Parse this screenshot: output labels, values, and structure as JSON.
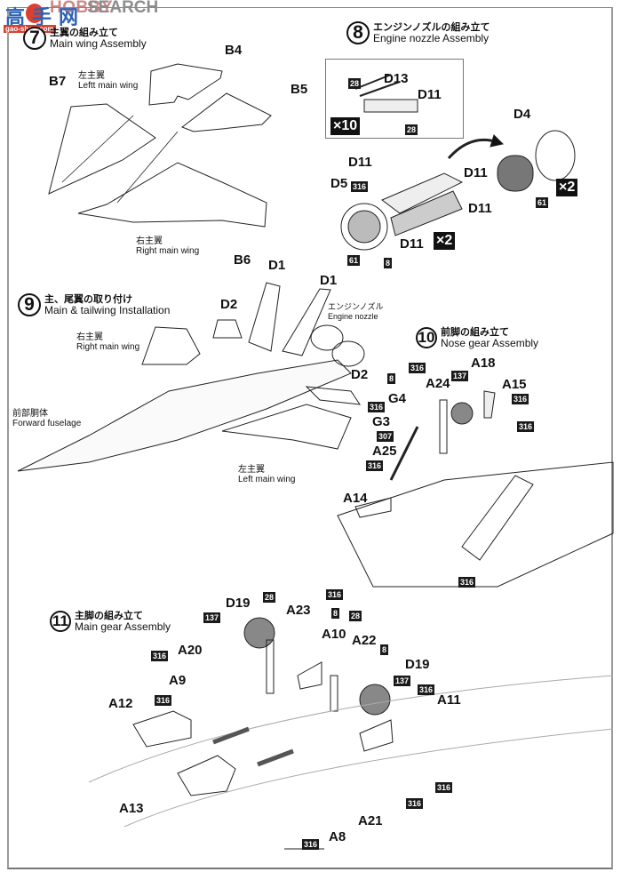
{
  "watermark": {
    "cn_name": "高手网",
    "hobby": "HOBBY",
    "search": "SEARCH",
    "url": "gao-shou.com"
  },
  "steps": [
    {
      "number": "7",
      "title_jp": "主翼の組み立て",
      "title_en": "Main wing Assembly"
    },
    {
      "number": "8",
      "title_jp": "エンジンノズルの組み立て",
      "title_en": "Engine nozzle Assembly"
    },
    {
      "number": "9",
      "title_jp": "主、尾翼の取り付け",
      "title_en": "Main & tailwing Installation"
    },
    {
      "number": "10",
      "title_jp": "前脚の組み立て",
      "title_en": "Nose gear Assembly"
    },
    {
      "number": "11",
      "title_jp": "主脚の組み立て",
      "title_en": "Main gear Assembly"
    }
  ],
  "step7": {
    "parts": [
      "B4",
      "B7",
      "B5",
      "B6"
    ],
    "left_wing_jp": "左主翼",
    "left_wing_en": "Leftt main wing",
    "right_wing_jp": "右主翼",
    "right_wing_en": "Right main wing"
  },
  "step8": {
    "parts": [
      "D13",
      "D11",
      "D4",
      "D11",
      "D11",
      "D5",
      "D11",
      "D11"
    ],
    "colors": [
      "28",
      "28",
      "316",
      "61",
      "8",
      "61"
    ],
    "multipliers": [
      "×10",
      "×2",
      "×2"
    ]
  },
  "step9": {
    "parts": [
      "D1",
      "D1",
      "D2",
      "D2"
    ],
    "right_wing_jp": "右主翼",
    "right_wing_en": "Right main wing",
    "engine_nozzle_jp": "エンジンノズル",
    "engine_nozzle_en": "Engine nozzle",
    "fuselage_jp": "前部胴体",
    "fuselage_en": "Forward fuselage",
    "left_wing_jp": "左主翼",
    "left_wing_en": "Left  main wing"
  },
  "step10": {
    "parts": [
      "A18",
      "A24",
      "A15",
      "G4",
      "G3",
      "A25",
      "A14"
    ],
    "colors": [
      "316",
      "8",
      "137",
      "316",
      "316",
      "316",
      "307",
      "316",
      "316"
    ]
  },
  "step11": {
    "parts": [
      "D19",
      "A23",
      "A10",
      "A22",
      "D19",
      "A20",
      "A9",
      "A12",
      "A11",
      "A13",
      "A21",
      "A8"
    ],
    "colors": [
      "28",
      "137",
      "316",
      "8",
      "28",
      "8",
      "137",
      "316",
      "316",
      "316",
      "316",
      "316",
      "316"
    ]
  }
}
